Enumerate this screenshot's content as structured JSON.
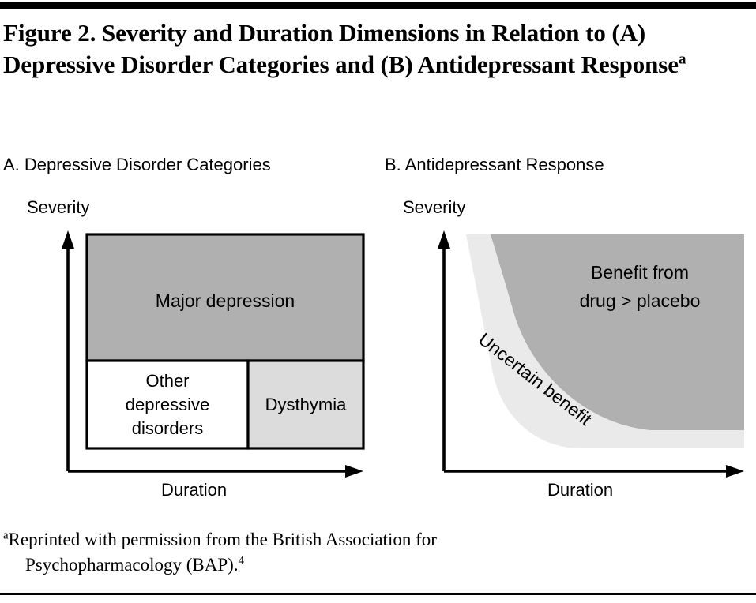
{
  "figure": {
    "title_main": "Figure 2. Severity and Duration Dimensions in Relation to (A) Depressive Disorder Categories and (B) Antidepressant Response",
    "title_footnote_marker": "a",
    "footnote_marker": "a",
    "footnote_line1": "Reprinted with permission from the British Association for",
    "footnote_line2": "Psychopharmacology (BAP).",
    "footnote_reference": "4"
  },
  "panel_a": {
    "label": "A. Depressive Disorder Categories",
    "y_axis_label": "Severity",
    "x_axis_label": "Duration",
    "regions": [
      {
        "name": "major-depression",
        "label": "Major depression",
        "fill": "#b0b0b0"
      },
      {
        "name": "other-depressive-disorders",
        "label_line1": "Other",
        "label_line2": "depressive",
        "label_line3": "disorders",
        "fill": "#ffffff"
      },
      {
        "name": "dysthymia",
        "label": "Dysthymia",
        "fill": "#dcdcdc"
      }
    ]
  },
  "panel_b": {
    "label": "B. Antidepressant Response",
    "y_axis_label": "Severity",
    "x_axis_label": "Duration",
    "regions": [
      {
        "name": "benefit-from-drug",
        "label_line1": "Benefit from",
        "label_line2": "drug > placebo",
        "fill": "#b0b0b0"
      },
      {
        "name": "uncertain-benefit",
        "label": "Uncertain benefit",
        "fill": "#eaeaea"
      }
    ]
  },
  "chart_data": {
    "type": "diagram",
    "title": "Severity and Duration Dimensions in Relation to (A) Depressive Disorder Categories and (B) Antidepressant Response",
    "panels": [
      {
        "id": "A",
        "title": "A. Depressive Disorder Categories",
        "xlabel": "Duration",
        "ylabel": "Severity",
        "axes_have_arrows": true,
        "grid": false,
        "regions": [
          {
            "label": "Major depression",
            "shape": "rectangle",
            "fill": "#b0b0b0",
            "stroke": "#000000",
            "x_range": [
              0.06,
              1.0
            ],
            "y_range": [
              0.47,
              1.0
            ],
            "meaning": "high severity, any duration"
          },
          {
            "label": "Other depressive disorders",
            "shape": "rectangle",
            "fill": "#ffffff",
            "stroke": "#000000",
            "x_range": [
              0.06,
              0.61
            ],
            "y_range": [
              0.1,
              0.47
            ],
            "meaning": "low severity, short duration"
          },
          {
            "label": "Dysthymia",
            "shape": "rectangle",
            "fill": "#dcdcdc",
            "stroke": "#000000",
            "x_range": [
              0.61,
              1.0
            ],
            "y_range": [
              0.1,
              0.47
            ],
            "meaning": "low severity, long duration"
          }
        ]
      },
      {
        "id": "B",
        "title": "B. Antidepressant Response",
        "xlabel": "Duration",
        "ylabel": "Severity",
        "axes_have_arrows": true,
        "grid": false,
        "regions": [
          {
            "label": "Benefit from drug > placebo",
            "shape": "rounded-concave-quadrant",
            "fill": "#b0b0b0",
            "meaning": "higher severity and/or longer duration favours drug over placebo"
          },
          {
            "label": "Uncertain benefit",
            "shape": "curved-band",
            "fill": "#eaeaea",
            "label_rotated_deg": 38,
            "meaning": "transition band between benefit and no benefit"
          }
        ]
      }
    ]
  }
}
